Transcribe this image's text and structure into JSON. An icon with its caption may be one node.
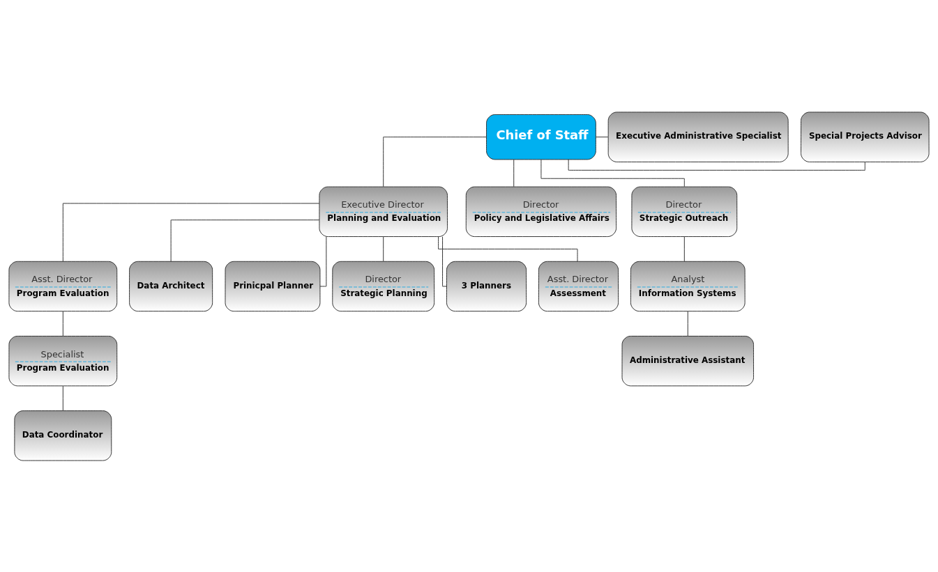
{
  "diagram": {
    "nodes": [
      {
        "text": [
          "Special Projects Advisor"
        ]
      },
      {
        "text": [
          "Chief of Staff"
        ]
      },
      {
        "text": [
          "Executive Administrative Specialist"
        ]
      },
      {
        "text": [
          "Executive Director",
          "Planning and Evaluation"
        ]
      },
      {
        "text": [
          "Director",
          "Policy and Legislative Affairs"
        ]
      },
      {
        "text": [
          "Director",
          "Strategic Outreach"
        ]
      },
      {
        "text": [
          "Asst. Director",
          "Program Evaluation"
        ]
      },
      {
        "text": [
          "Data Architect"
        ]
      },
      {
        "text": [
          "Prinicpal Planner"
        ]
      },
      {
        "text": [
          "Director",
          "Strategic Planning"
        ]
      },
      {
        "text": [
          "3 Planners"
        ]
      },
      {
        "text": [
          "Asst. Director",
          "Assessment"
        ]
      },
      {
        "text": [
          "Analyst",
          "Information Systems"
        ]
      },
      {
        "text": [
          "Specialist",
          "Program Evaluation"
        ]
      },
      {
        "text": [
          "Data Coordinator"
        ]
      },
      {
        "text": [
          "Administrative Assistant"
        ]
      }
    ],
    "edges": [
      {
        "from": 1,
        "to": 0,
        "arrow": "none"
      },
      {
        "from": 1,
        "to": 2,
        "arrow": "none"
      },
      {
        "from": 1,
        "to": 3,
        "arrow": "none"
      },
      {
        "from": 1,
        "to": 4,
        "arrow": "none"
      },
      {
        "from": 1,
        "to": 5,
        "arrow": "none"
      },
      {
        "from": 3,
        "to": 6,
        "arrow": "none"
      },
      {
        "from": 3,
        "to": 7,
        "arrow": "none"
      },
      {
        "from": 3,
        "to": 8,
        "arrow": "none"
      },
      {
        "from": 3,
        "to": 9,
        "arrow": "none"
      },
      {
        "from": 3,
        "to": 10,
        "arrow": "none"
      },
      {
        "from": 3,
        "to": 11,
        "arrow": "none"
      },
      {
        "from": 5,
        "to": 12,
        "arrow": "none"
      },
      {
        "from": 6,
        "to": 13,
        "arrow": "none"
      },
      {
        "from": 13,
        "to": 14,
        "arrow": "none"
      },
      {
        "from": 12,
        "to": 15,
        "arrow": "none"
      }
    ]
  }
}
